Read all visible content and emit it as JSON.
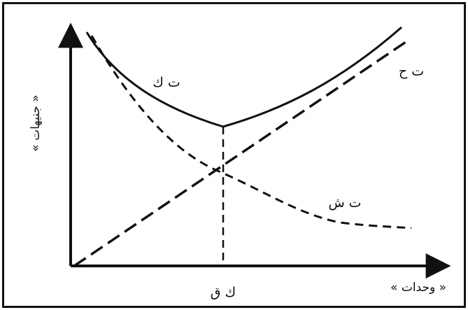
{
  "diagram": {
    "y_axis_label": "« جنيهات »",
    "x_axis_label": "« وحدات »",
    "curves": {
      "total_cost_label": "ت ك",
      "carrying_cost_label": "ت ح",
      "ordering_cost_label": "ت ش"
    },
    "optimal_quantity_label": "ك ق"
  }
}
